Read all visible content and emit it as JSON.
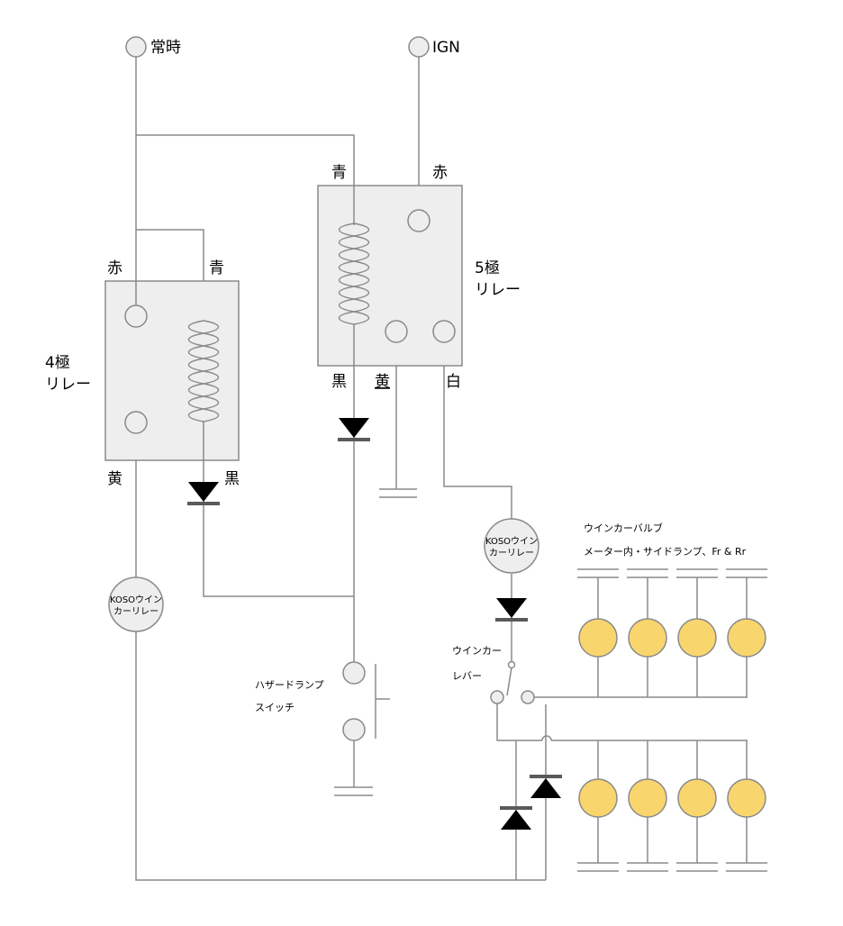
{
  "labels": {
    "constant": "常時",
    "ign": "IGN",
    "relay5_blue": "青",
    "relay5_red": "赤",
    "relay5_name_line1": "5極",
    "relay5_name_line2": "リレー",
    "relay5_black": "黒",
    "relay5_yellow": "黄",
    "relay5_white": "白",
    "relay4_red": "赤",
    "relay4_blue": "青",
    "relay4_name_line1": "4極",
    "relay4_name_line2": "リレー",
    "relay4_yellow": "黄",
    "relay4_black": "黒",
    "koso_a_line1": "KOSOウイン",
    "koso_a_line2": "カーリレー",
    "koso_b_line1": "KOSOウイン",
    "koso_b_line2": "カーリレー",
    "bulb_title": "ウインカーバルブ",
    "bulb_subtitle": "メーター内・サイドランプ、Fr & Rr",
    "lever_line1": "ウインカー",
    "lever_line2": "レバー",
    "hazard_line1": "ハザードランプ",
    "hazard_line2": "スイッチ"
  },
  "colors": {
    "wire": "#8a8a8a",
    "relay_box": "#eeeeee",
    "bulb": "#f9d56e",
    "diode": "#000000"
  }
}
